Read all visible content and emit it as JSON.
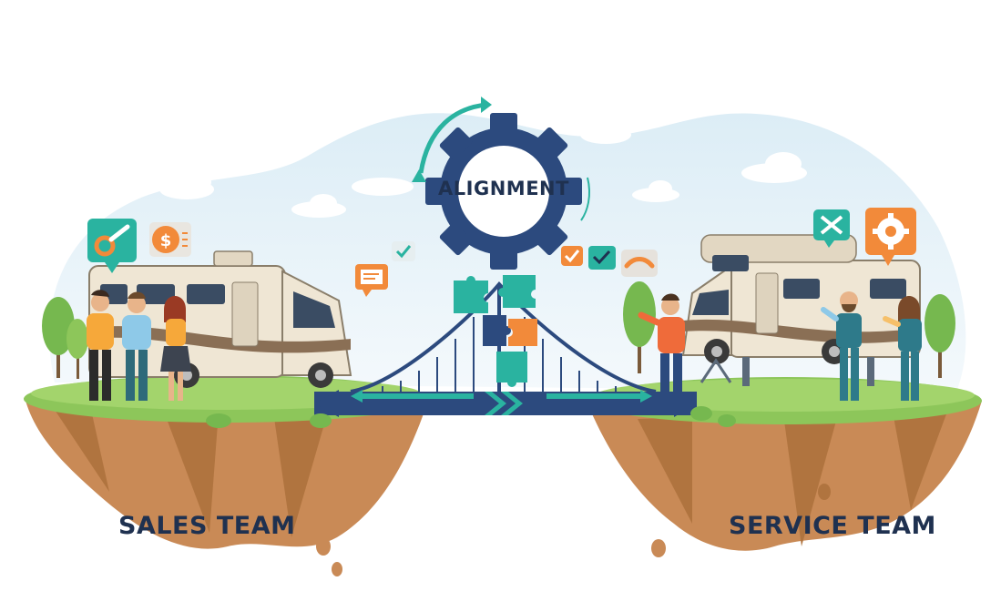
{
  "center": {
    "gear_label": "ALIGNMENT"
  },
  "teams": {
    "left": {
      "label": "SALES TEAM"
    },
    "right": {
      "label": "SERVICE TEAM"
    }
  },
  "icons": {
    "sales": [
      "wrench-icon",
      "dollar-coin-icon",
      "invoice-chat-icon",
      "checkmark-chat-icon"
    ],
    "center": [
      "checkmark-chat-icon",
      "checkmark-chat-icon",
      "handshake-icon",
      "puzzle-pieces"
    ],
    "service": [
      "tools-icon",
      "gear-icon"
    ]
  },
  "colors": {
    "navy": "#2c4a7e",
    "teal": "#2ab3a0",
    "orange": "#f28a3a",
    "grass": "#8dc65a",
    "soil": "#c98a56",
    "sky": "#e3f1f8",
    "text": "#1f3150"
  }
}
